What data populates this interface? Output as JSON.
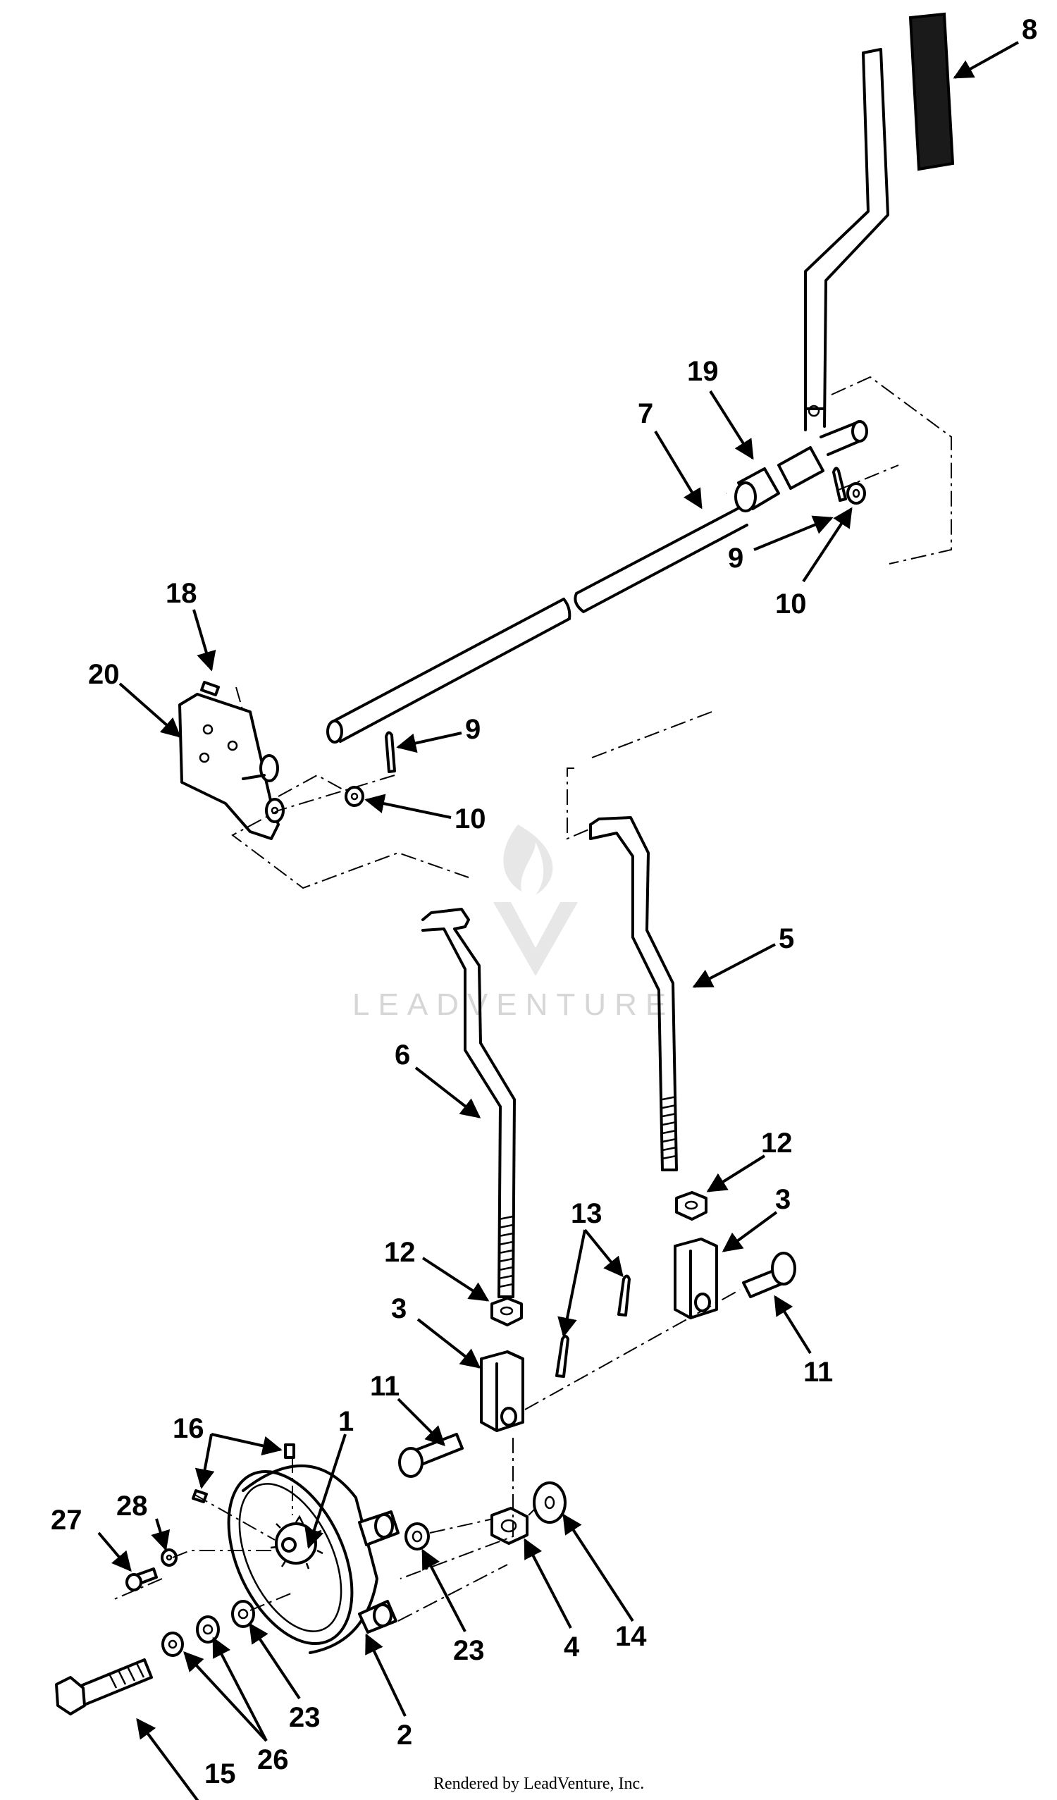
{
  "callouts": [
    {
      "id": "c8",
      "label": "8"
    },
    {
      "id": "c19",
      "label": "19"
    },
    {
      "id": "c7",
      "label": "7"
    },
    {
      "id": "c9a",
      "label": "9"
    },
    {
      "id": "c10a",
      "label": "10"
    },
    {
      "id": "c18",
      "label": "18"
    },
    {
      "id": "c20",
      "label": "20"
    },
    {
      "id": "c9b",
      "label": "9"
    },
    {
      "id": "c10b",
      "label": "10"
    },
    {
      "id": "c5",
      "label": "5"
    },
    {
      "id": "c6",
      "label": "6"
    },
    {
      "id": "c12a",
      "label": "12"
    },
    {
      "id": "c3a",
      "label": "3"
    },
    {
      "id": "c13",
      "label": "13"
    },
    {
      "id": "c12b",
      "label": "12"
    },
    {
      "id": "c3b",
      "label": "3"
    },
    {
      "id": "c11a",
      "label": "11"
    },
    {
      "id": "c11b",
      "label": "11"
    },
    {
      "id": "c16",
      "label": "16"
    },
    {
      "id": "c1",
      "label": "1"
    },
    {
      "id": "c28",
      "label": "28"
    },
    {
      "id": "c27",
      "label": "27"
    },
    {
      "id": "c23a",
      "label": "23"
    },
    {
      "id": "c4",
      "label": "4"
    },
    {
      "id": "c14",
      "label": "14"
    },
    {
      "id": "c23b",
      "label": "23"
    },
    {
      "id": "c26",
      "label": "26"
    },
    {
      "id": "c2",
      "label": "2"
    },
    {
      "id": "c15",
      "label": "15"
    }
  ],
  "watermark": "LEADVENTURE",
  "credit": "Rendered by LeadVenture, Inc.",
  "colors": {
    "line": "#000000",
    "background": "#ffffff",
    "watermark": "#d6d6d6"
  }
}
